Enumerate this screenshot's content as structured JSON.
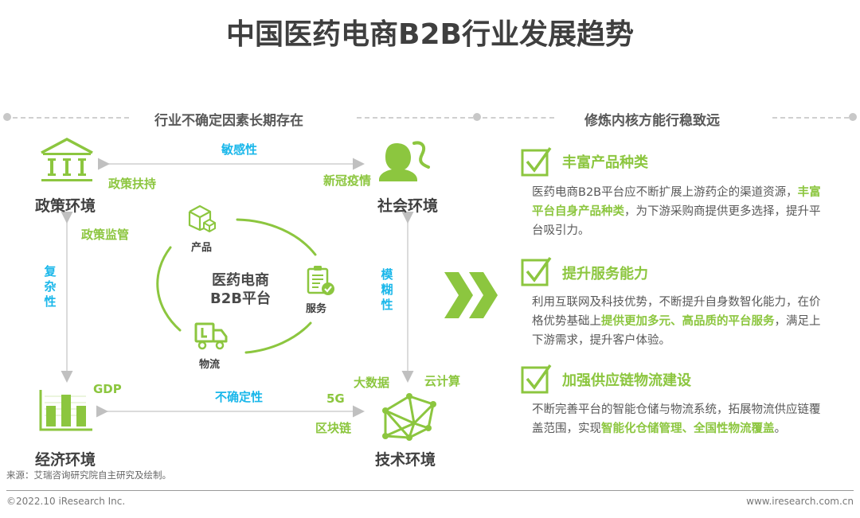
{
  "title": "中国医药电商B2B行业发展趋势",
  "left_section": {
    "heading": "行业不确定因素长期存在",
    "environments": {
      "policy": {
        "label": "政策环境",
        "icon": "government-building-icon"
      },
      "social": {
        "label": "社会环境",
        "icon": "people-icon"
      },
      "economic": {
        "label": "经济环境",
        "icon": "bar-chart-icon"
      },
      "tech": {
        "label": "技术环境",
        "icon": "network-mesh-icon"
      }
    },
    "relations": {
      "top": "敏感性",
      "bottom": "不确定性",
      "left": [
        "复",
        "杂",
        "性"
      ],
      "right": [
        "模",
        "糊",
        "性"
      ]
    },
    "factors": {
      "policy_support": "政策扶持",
      "policy_regulation": "政策监管",
      "covid": "新冠疫情",
      "gdp": "GDP",
      "big_data": "大数据",
      "cloud": "云计算",
      "5g": "5G",
      "blockchain": "区块链"
    },
    "platform": {
      "line1": "医药电商",
      "line2": "B2B平台",
      "nodes": [
        {
          "label": "产品",
          "icon": "product-box-icon"
        },
        {
          "label": "服务",
          "icon": "clipboard-check-icon"
        },
        {
          "label": "物流",
          "icon": "delivery-truck-icon"
        }
      ]
    }
  },
  "right_section": {
    "heading": "修炼内核方能行稳致远",
    "arrow_icon": "double-chevron-right-icon",
    "items": [
      {
        "title": "丰富产品种类",
        "body": [
          {
            "text": "医药电商B2B平台应不断扩展上游药企的渠道资源，",
            "hl": false
          },
          {
            "text": "丰富平台自身产品种类",
            "hl": true
          },
          {
            "text": "，为下游采购商提供更多选择，提升平台吸引力。",
            "hl": false
          }
        ]
      },
      {
        "title": "提升服务能力",
        "body": [
          {
            "text": "利用互联网及科技优势，不断提升自身数智化能力，在价格优势基础上",
            "hl": false
          },
          {
            "text": "提供更加多元、高品质的平台服务",
            "hl": true
          },
          {
            "text": "，满足上下游需求，提升客户体验。",
            "hl": false
          }
        ]
      },
      {
        "title": "加强供应链物流建设",
        "body": [
          {
            "text": "不断完善平台的智能仓储与物流系统，拓展物流供应链覆盖范围，实现",
            "hl": false
          },
          {
            "text": "智能化仓储管理、全国性物流覆盖",
            "hl": true
          },
          {
            "text": "。",
            "hl": false
          }
        ]
      }
    ]
  },
  "source": "来源：艾瑞咨询研究院自主研究及绘制。",
  "footer": {
    "copyright": "©2022.10 iResearch Inc.",
    "website": "www.iresearch.com.cn"
  },
  "colors": {
    "green": "#8cc63f",
    "blue": "#1ab7ea",
    "dark_text": "#404040",
    "gray_line": "#c8c8c8"
  }
}
